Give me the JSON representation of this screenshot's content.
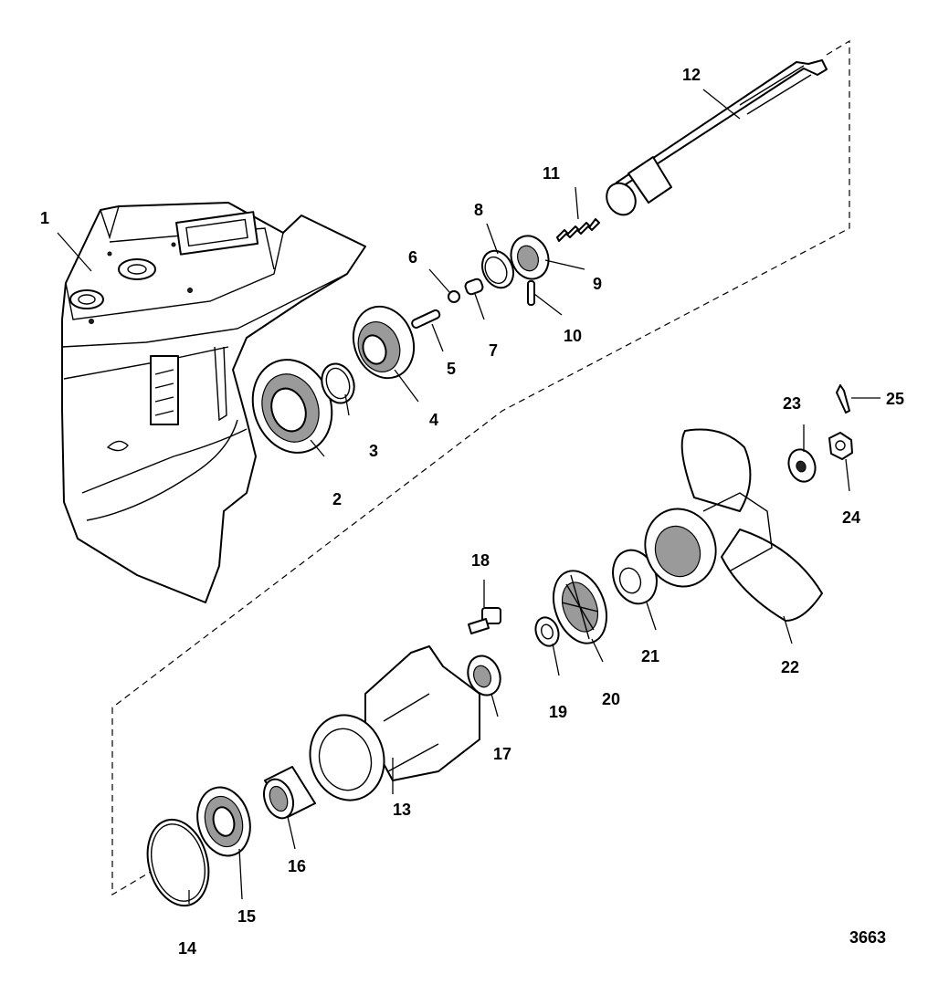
{
  "figure_number": "3663",
  "callouts": [
    {
      "id": "1",
      "text": "1"
    },
    {
      "id": "2",
      "text": "2"
    },
    {
      "id": "3",
      "text": "3"
    },
    {
      "id": "4",
      "text": "4"
    },
    {
      "id": "5",
      "text": "5"
    },
    {
      "id": "6",
      "text": "6"
    },
    {
      "id": "7",
      "text": "7"
    },
    {
      "id": "8",
      "text": "8"
    },
    {
      "id": "9",
      "text": "9"
    },
    {
      "id": "10",
      "text": "10"
    },
    {
      "id": "11",
      "text": "11"
    },
    {
      "id": "12",
      "text": "12"
    },
    {
      "id": "13",
      "text": "13"
    },
    {
      "id": "14",
      "text": "14"
    },
    {
      "id": "15",
      "text": "15"
    },
    {
      "id": "16",
      "text": "16"
    },
    {
      "id": "17",
      "text": "17"
    },
    {
      "id": "18",
      "text": "18"
    },
    {
      "id": "19",
      "text": "19"
    },
    {
      "id": "20",
      "text": "20"
    },
    {
      "id": "21",
      "text": "21"
    },
    {
      "id": "22",
      "text": "22"
    },
    {
      "id": "23",
      "text": "23"
    },
    {
      "id": "24",
      "text": "24"
    },
    {
      "id": "25",
      "text": "25"
    }
  ]
}
